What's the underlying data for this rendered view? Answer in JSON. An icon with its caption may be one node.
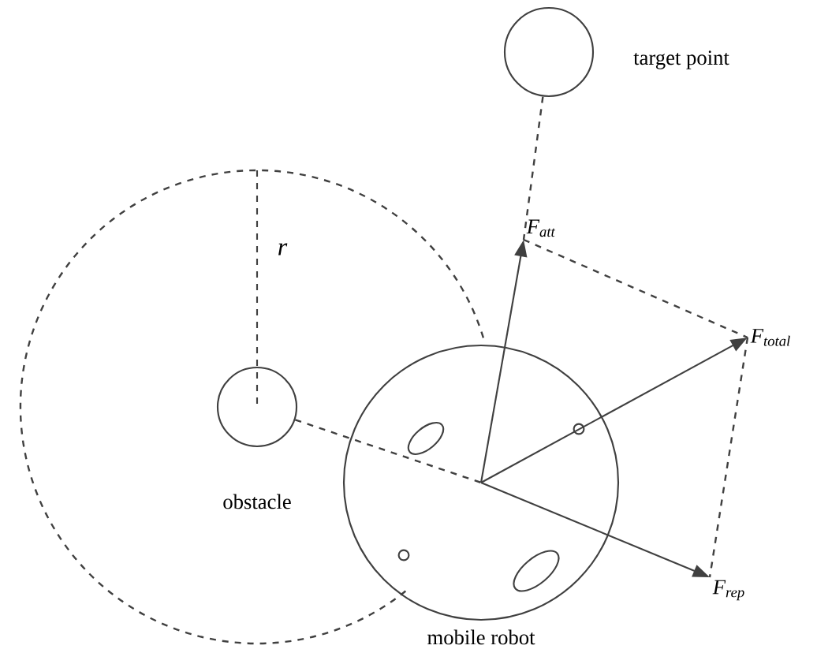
{
  "diagram": {
    "nodes": [
      {
        "text": [],
        "shape": "circle",
        "beside": [
          "obstacle"
        ]
      },
      {
        "text": [],
        "shape": "circle",
        "beside": [
          "mobile robot"
        ]
      },
      {
        "text": [],
        "shape": "circle",
        "beside": [
          "target point"
        ]
      },
      {
        "text": [
          "F$_{att}$"
        ]
      },
      {
        "text": [
          "F$_{total}$"
        ]
      },
      {
        "text": [
          "F$_{rep}$"
        ]
      }
    ],
    "edges": [
      {
        "from": 0,
        "to": 1,
        "arrow": "none",
        "style": "dashed"
      },
      {
        "from": 2,
        "to": 3,
        "arrow": "none",
        "style": "dashed"
      },
      {
        "from": 1,
        "to": 3,
        "arrow": "to"
      },
      {
        "from": 1,
        "to": 4,
        "arrow": "to"
      },
      {
        "from": 1,
        "to": 5,
        "arrow": "to"
      },
      {
        "from": 3,
        "to": 4,
        "arrow": "none",
        "style": "dashed"
      },
      {
        "from": 4,
        "to": 5,
        "arrow": "none",
        "style": "dashed"
      }
    ],
    "labels": [
      "r"
    ]
  }
}
